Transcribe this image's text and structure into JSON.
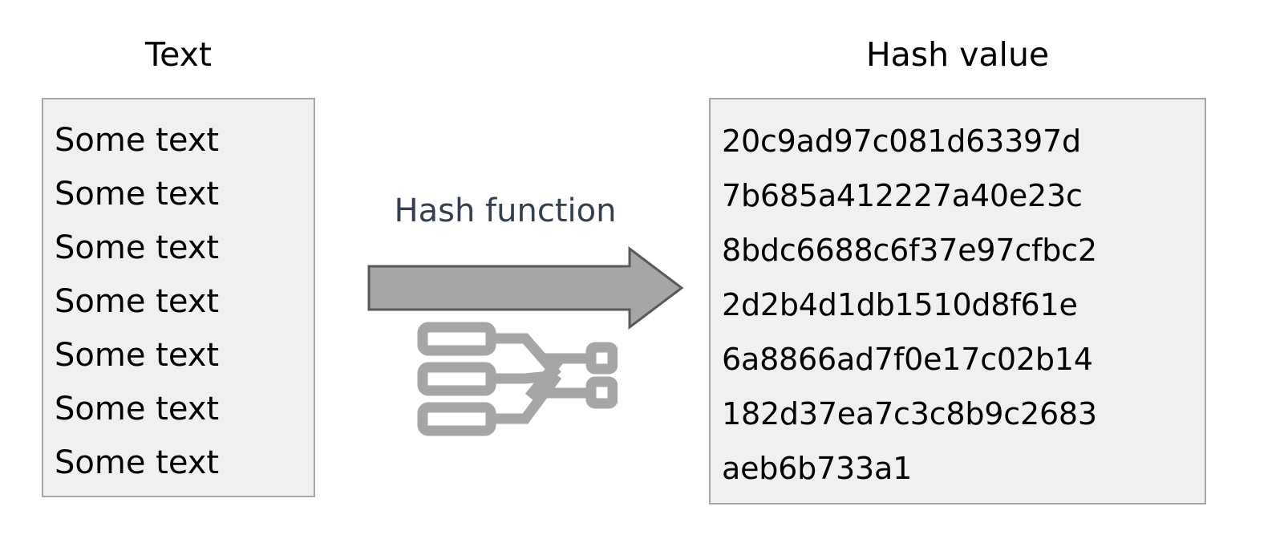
{
  "diagram": {
    "title": "Hash function diagram",
    "background_color": "#ffffff",
    "columns": {
      "left_title": "Text",
      "right_title": "Hash value"
    },
    "middle": {
      "label": "Hash function",
      "label_color": "#333f4f",
      "arrow_fill": "#a6a6a6",
      "arrow_stroke": "#595959",
      "arrow_direction": "right",
      "icon_name": "hash-flow-icon",
      "icon_color": "#a6a6a6"
    },
    "panel_style": {
      "fill": "#f0f0f0",
      "border": "#a6a6a6",
      "text_color": "#000000"
    },
    "text_panel": {
      "lines": [
        "Some text",
        "Some text",
        "Some text",
        "Some text",
        "Some text",
        "Some text",
        "Some text"
      ]
    },
    "hash_panel": {
      "lines": [
        "20c9ad97c081d63397d",
        "7b685a412227a40e23c",
        "8bdc6688c6f37e97cfbc2",
        "2d2b4d1db1510d8f61e",
        "6a8866ad7f0e17c02b14",
        "182d37ea7c3c8b9c2683",
        "aeb6b733a1"
      ],
      "full_value": "20c9ad97c081d63397d7b685a412227a40e23c8bdc6688c6f37e97cfbc22d2b4d1db1510d8f61e6a8866ad7f0e17c02b14182d37ea7c3c8b9c2683aeb6b733a1"
    }
  }
}
